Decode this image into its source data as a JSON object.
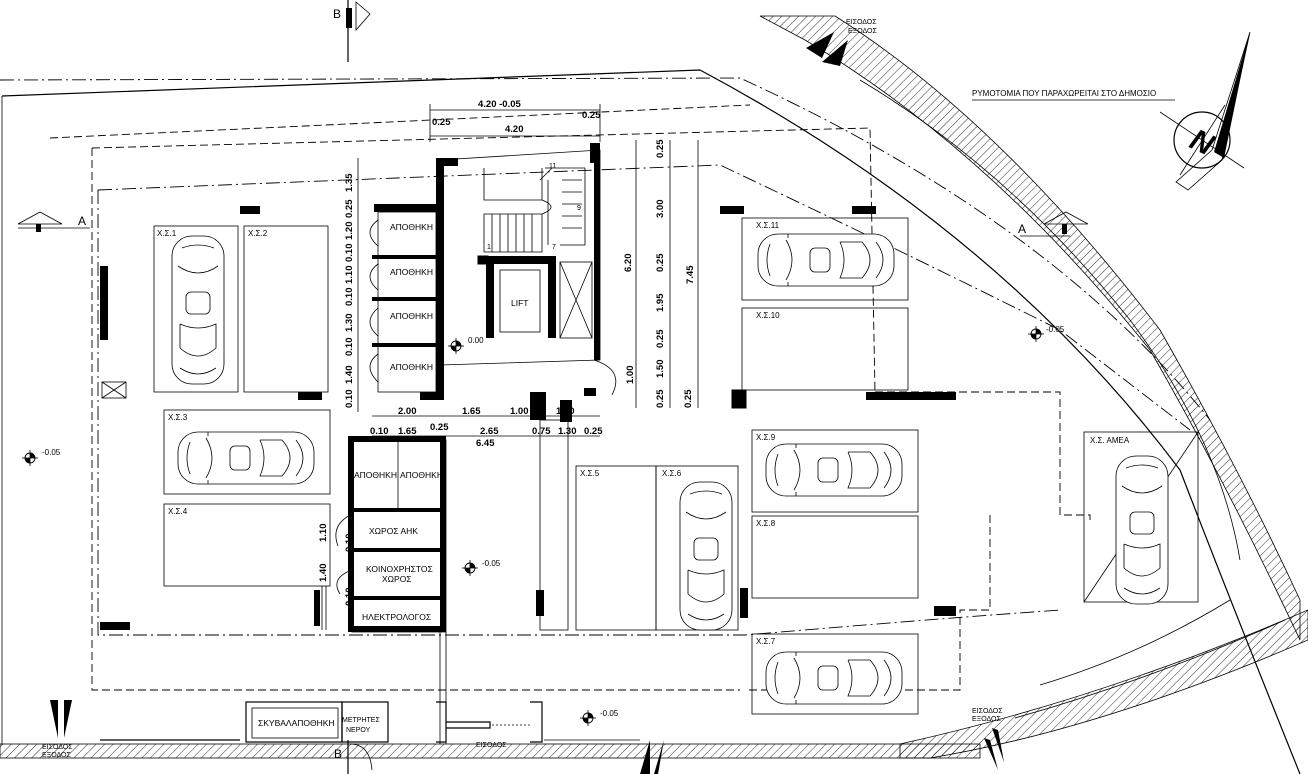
{
  "section_markers": {
    "a_left": "A",
    "a_right": "A",
    "b_top": "B",
    "b_bottom": "B"
  },
  "entrances": {
    "top_right": [
      "ΕΙΣΟΔΟΣ",
      "ΕΞΟΔΟΣ"
    ],
    "bottom_right": [
      "ΕΙΣΟΔΟΣ",
      "ΕΞΟΔΟΣ"
    ],
    "bottom_left": [
      "ΕΙΣΟΔΟΣ",
      "ΕΞΟΔΟΣ"
    ],
    "bottom_center": "ΕΙΣΟΔΟΣ"
  },
  "street_note": "ΡΥΜΟΤΟΜΙΑ ΠΟΥ ΠΑΡΑΧΩΡΕΙΤΑΙ ΣΤΟ ΔΗΜΟΣΙΟ",
  "north_label": "N",
  "parking_spaces": {
    "s1": "Χ.Σ.1",
    "s2": "Χ.Σ.2",
    "s3": "Χ.Σ.3",
    "s4": "Χ.Σ.4",
    "s5": "Χ.Σ.5",
    "s6": "Χ.Σ.6",
    "s7": "Χ.Σ.7",
    "s8": "Χ.Σ.8",
    "s9": "Χ.Σ.9",
    "s10": "Χ.Σ.10",
    "s11": "Χ.Σ.11",
    "amea": "Χ.Σ. ΑΜΕΑ"
  },
  "rooms": {
    "storage": "ΑΠΟΘΗΚΗ",
    "lift": "LIFT",
    "ahk": "ΧΩΡΟΣ ΑΗΚ",
    "common_1": "ΚΟΙΝΟΧΡΗΣΤΟΣ",
    "common_2": "ΧΩΡΟΣ",
    "electric": "ΗΛΕΚΤΡΟΛΟΓΟΣ",
    "refuse": "ΣΚΥΒΑΛΑΠΟΘΗΚΗ",
    "water_1": "ΜΕΤΡΗΤΕΣ",
    "water_2": "ΝΕΡΟΥ"
  },
  "stairs": {
    "step_1": "1",
    "step_7": "7",
    "step_9": "9",
    "step_11": "11"
  },
  "levels": {
    "core": "0.00",
    "right": "-0.05",
    "left": "-0.05",
    "center": "-0.05",
    "bottom": "-0.05"
  },
  "dimensions": {
    "top_total": "4.20 -0.05",
    "top_left_025": "0.25",
    "top_right_025": "0.25",
    "top_420": "4.20",
    "v_135": "1.35",
    "v_025a": "0.25",
    "v_120": "1.20",
    "v_010a": "0.10",
    "v_110a": "1.10",
    "v_010b": "0.10",
    "v_130": "1.30",
    "v_010c": "0.10",
    "v_140": "1.40",
    "v_010d": "0.10",
    "r_025a": "0.25",
    "r_300": "3.00",
    "r_025b": "0.25",
    "r_195": "1.95",
    "r_025c": "0.25",
    "r_150": "1.50",
    "r_025d": "0.25",
    "r_620": "6.20",
    "r_745": "7.45",
    "r_100": "1.00",
    "b_200": "2.00",
    "b_165": "1.65",
    "b_100": "1.00",
    "b_180": "1.80",
    "b_010": "0.10",
    "b_165b": "1.65",
    "b_025a": "0.25",
    "b_265": "2.65",
    "b_075": "0.75",
    "b_130": "1.30",
    "b_025b": "0.25",
    "b_645": "6.45",
    "s_110": "1.10",
    "s_010a": "0.10",
    "s_140": "1.40",
    "s_010b": "0.10"
  }
}
